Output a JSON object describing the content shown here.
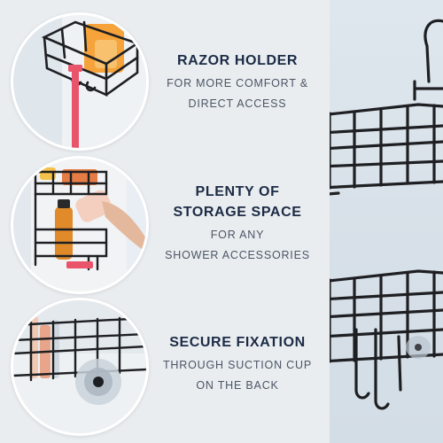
{
  "features": [
    {
      "heading_lines": [
        "RAZOR HOLDER"
      ],
      "subtitle_lines": [
        "FOR MORE COMFORT &",
        "DIRECT ACCESS"
      ],
      "image_icon": "razor-on-hook-icon"
    },
    {
      "heading_lines": [
        "PLENTY OF",
        "STORAGE SPACE"
      ],
      "subtitle_lines": [
        "FOR ANY",
        "SHOWER ACCESSORIES"
      ],
      "image_icon": "two-tier-shelf-bottles-icon"
    },
    {
      "heading_lines": [
        "SECURE FIXATION"
      ],
      "subtitle_lines": [
        "THROUGH SUCTION CUP",
        "ON THE BACK"
      ],
      "image_icon": "suction-cup-icon"
    }
  ],
  "colors": {
    "heading": "#1c2b45",
    "subtitle": "#4c5564",
    "rack_metal": "#1e1f22",
    "accent_razor": "#e9546b",
    "accent_bottle": "#e08a2a"
  },
  "product_image_icon": "hanging-shower-caddy-icon"
}
